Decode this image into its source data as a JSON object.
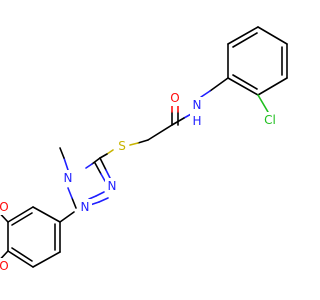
{
  "molecule": {
    "atoms": {
      "s": {
        "text": "S",
        "color": "#c8b400"
      },
      "o_amide": {
        "text": "O",
        "color": "#ff0d0d"
      },
      "nh": {
        "text": "N",
        "color": "#1f1fff"
      },
      "h": {
        "text": "H",
        "color": "#1f1fff"
      },
      "cl": {
        "text": "Cl",
        "color": "#1fbf1f"
      },
      "n4": {
        "text": "N",
        "color": "#1f1fff"
      },
      "n2": {
        "text": "N",
        "color": "#1f1fff"
      },
      "n1": {
        "text": "N",
        "color": "#1f1fff"
      },
      "o_top": {
        "text": "O",
        "color": "#ff0d0d"
      },
      "o_bottom": {
        "text": "O",
        "color": "#ff0d0d"
      }
    }
  }
}
